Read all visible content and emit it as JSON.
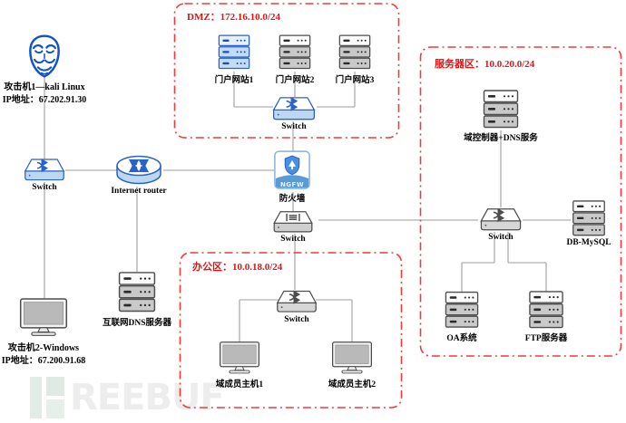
{
  "zones": {
    "dmz": {
      "label": "DMZ：172.16.10.0/24"
    },
    "server_area": {
      "label": "服务器区：10.0.20.0/24"
    },
    "office_area": {
      "label": "办公区：10.0.18.0/24"
    }
  },
  "nodes": {
    "attacker1": {
      "label": "攻击机1—kali Linux",
      "ip": "IP地址：67.202.91.30"
    },
    "switch_left": {
      "label": "Switch"
    },
    "internet_router": {
      "label": "Internet router"
    },
    "internet_dns": {
      "label": "互联网DNS服务器"
    },
    "attacker2": {
      "label": "攻击机2-Windows",
      "ip": "IP地址：67.200.91.68"
    },
    "portal1": {
      "label": "门户网站1"
    },
    "portal2": {
      "label": "门户网站2"
    },
    "portal3": {
      "label": "门户网站3"
    },
    "switch_dmz": {
      "label": "Switch"
    },
    "firewall": {
      "label": "防火墙",
      "badge": "NGFW"
    },
    "switch_core": {
      "label": "Switch"
    },
    "dc_dns": {
      "label": "域控制器+DNS服务"
    },
    "switch_server": {
      "label": "Switch"
    },
    "db_mysql": {
      "label": "DB-MySQL"
    },
    "oa": {
      "label": "OA系统"
    },
    "ftp": {
      "label": "FTP服务器"
    },
    "switch_office": {
      "label": "Switch"
    },
    "host1": {
      "label": "域成员主机1"
    },
    "host2": {
      "label": "域成员主机2"
    }
  },
  "watermark": {
    "text": "REEBUF"
  },
  "colors": {
    "accent_blue": "#2a62c9",
    "zone_red": "#ee1111",
    "line_gray": "#9e9e9e"
  }
}
